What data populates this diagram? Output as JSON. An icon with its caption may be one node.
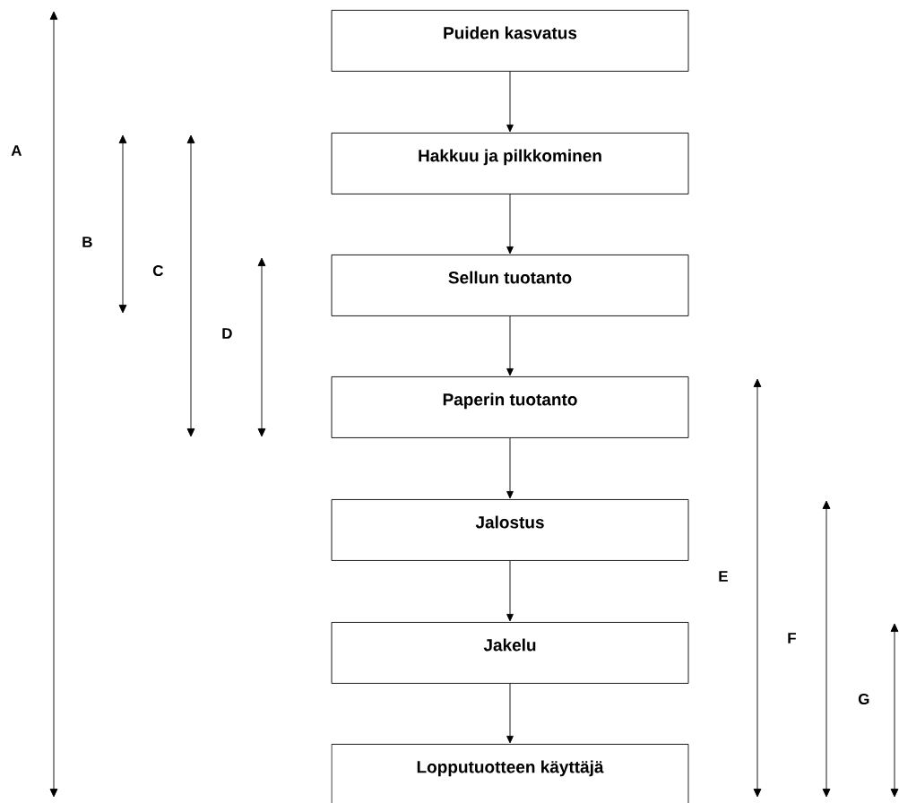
{
  "diagram": {
    "nodes": [
      {
        "text": [
          "Puiden kasvatus"
        ]
      },
      {
        "text": [
          "Hakkuu ja pilkkominen"
        ]
      },
      {
        "text": [
          "Sellun tuotanto"
        ]
      },
      {
        "text": [
          "Paperin tuotanto"
        ]
      },
      {
        "text": [
          "Jalostus"
        ]
      },
      {
        "text": [
          "Jakelu"
        ]
      },
      {
        "text": [
          "Lopputuotteen käyttäjä"
        ]
      }
    ],
    "edges": [
      {
        "from": 0,
        "to": 1,
        "arrow": "to"
      },
      {
        "from": 1,
        "to": 2,
        "arrow": "to"
      },
      {
        "from": 2,
        "to": 3,
        "arrow": "to"
      },
      {
        "from": 3,
        "to": 4,
        "arrow": "to"
      },
      {
        "from": 4,
        "to": 5,
        "arrow": "to"
      },
      {
        "from": 5,
        "to": 6,
        "arrow": "to"
      }
    ],
    "labels": [
      "A",
      "B",
      "C",
      "D",
      "E",
      "F",
      "G"
    ]
  }
}
